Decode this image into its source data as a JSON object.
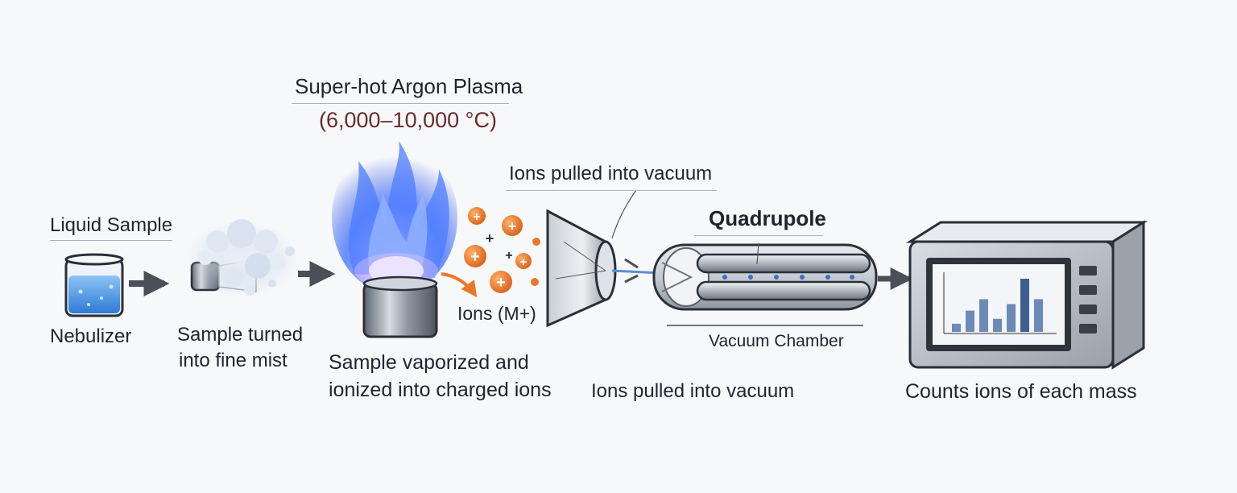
{
  "labels": {
    "plasma_title": "Super-hot Argon Plasma",
    "plasma_temp": "(6,000–10,000 °C)",
    "liquid_sample": "Liquid Sample",
    "nebulizer": "Nebulizer",
    "mist_line1": "Sample turned",
    "mist_line2": "into fine mist",
    "vaporized_line1": "Sample vaporized and",
    "vaporized_line2": "ionized into charged ions",
    "ions": "Ions (M+)",
    "ions_vacuum_top": "Ions pulled into vacuum",
    "ions_vacuum_bottom": "Ions pulled into vacuum",
    "quadrupole": "Quadrupole",
    "vacuum_chamber": "Vacuum Chamber",
    "counts": "Counts ions of each mass"
  },
  "ion_symbols": {
    "positive": "+"
  },
  "colors": {
    "background": "#f7f8fa",
    "flame_blue": "#3b74ff",
    "ion_orange": "#e8782a",
    "plasma_temp_text": "#6b2a2a",
    "liquid_blue": "#3f8ee6",
    "screen_bg": "#f3f5f8",
    "bar_blue": "#4a6fa5",
    "metal_gray": "#9aa3ad",
    "arrow_gray": "#4a4f58"
  },
  "chart_data": {
    "type": "bar",
    "categories": [
      "",
      "",
      "",
      "",
      "",
      "",
      ""
    ],
    "values": [
      1,
      2.6,
      4,
      1.6,
      3.4,
      6.5,
      4
    ],
    "title": "",
    "xlabel": "",
    "ylabel": ""
  }
}
